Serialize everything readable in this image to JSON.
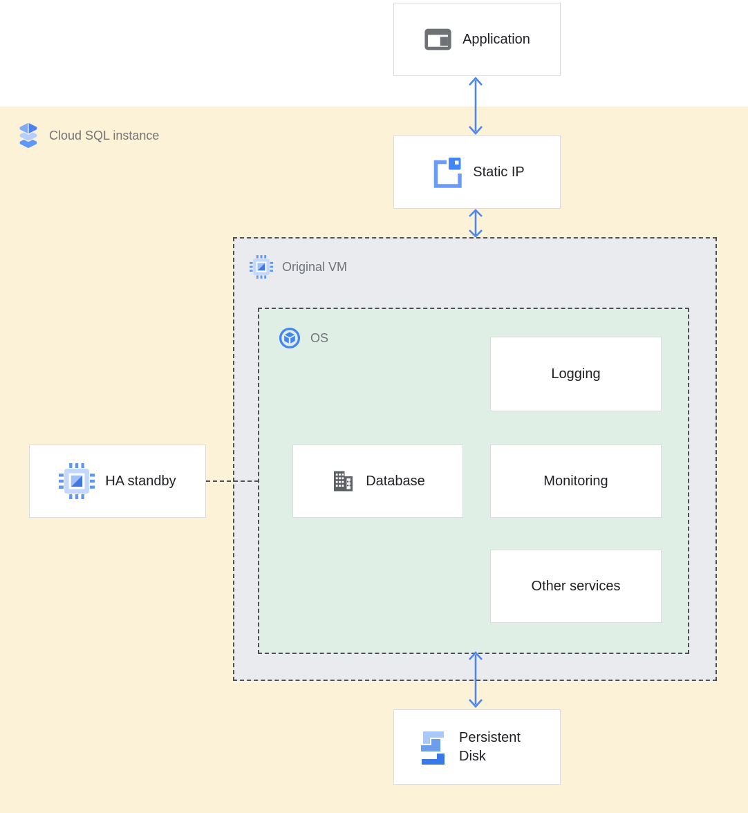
{
  "region": {
    "label": "Cloud SQL instance",
    "icon": "cloud-sql-icon"
  },
  "containers": {
    "original_vm": {
      "label": "Original VM",
      "icon": "vm-chip-icon"
    },
    "os": {
      "label": "OS",
      "icon": "os-icon"
    }
  },
  "nodes": {
    "application": {
      "label": "Application",
      "icon": "application-icon"
    },
    "static_ip": {
      "label": "Static IP",
      "icon": "static-ip-icon"
    },
    "ha_standby": {
      "label": "HA standby",
      "icon": "vm-chip-icon"
    },
    "database": {
      "label": "Database",
      "icon": "database-icon"
    },
    "logging": {
      "label": "Logging",
      "icon": null
    },
    "monitoring": {
      "label": "Monitoring",
      "icon": null
    },
    "other_services": {
      "label": "Other services",
      "icon": null
    },
    "persistent_disk": {
      "label": "Persistent Disk",
      "icon": "persistent-disk-icon"
    }
  },
  "edges": [
    {
      "from": "Application",
      "to": "Static IP",
      "style": "double-arrow"
    },
    {
      "from": "Static IP",
      "to": "Original VM",
      "style": "double-arrow"
    },
    {
      "from": "OS",
      "to": "Persistent Disk",
      "style": "double-arrow"
    },
    {
      "from": "HA standby",
      "to": "OS",
      "style": "dashed-line"
    }
  ],
  "colors": {
    "top_background": "#ffffff",
    "cloud_sql_region_bg": "#fbf2d7",
    "vm_container_bg": "#e9ebee",
    "os_container_bg": "#dfefe5",
    "node_bg": "#ffffff",
    "node_border": "#dadce0",
    "dashed_border": "#4d4f52",
    "arrow_blue": "#4d86ec",
    "brand_blue": "#4285f4",
    "node_text": "#202124",
    "container_label_text": "#757575"
  }
}
